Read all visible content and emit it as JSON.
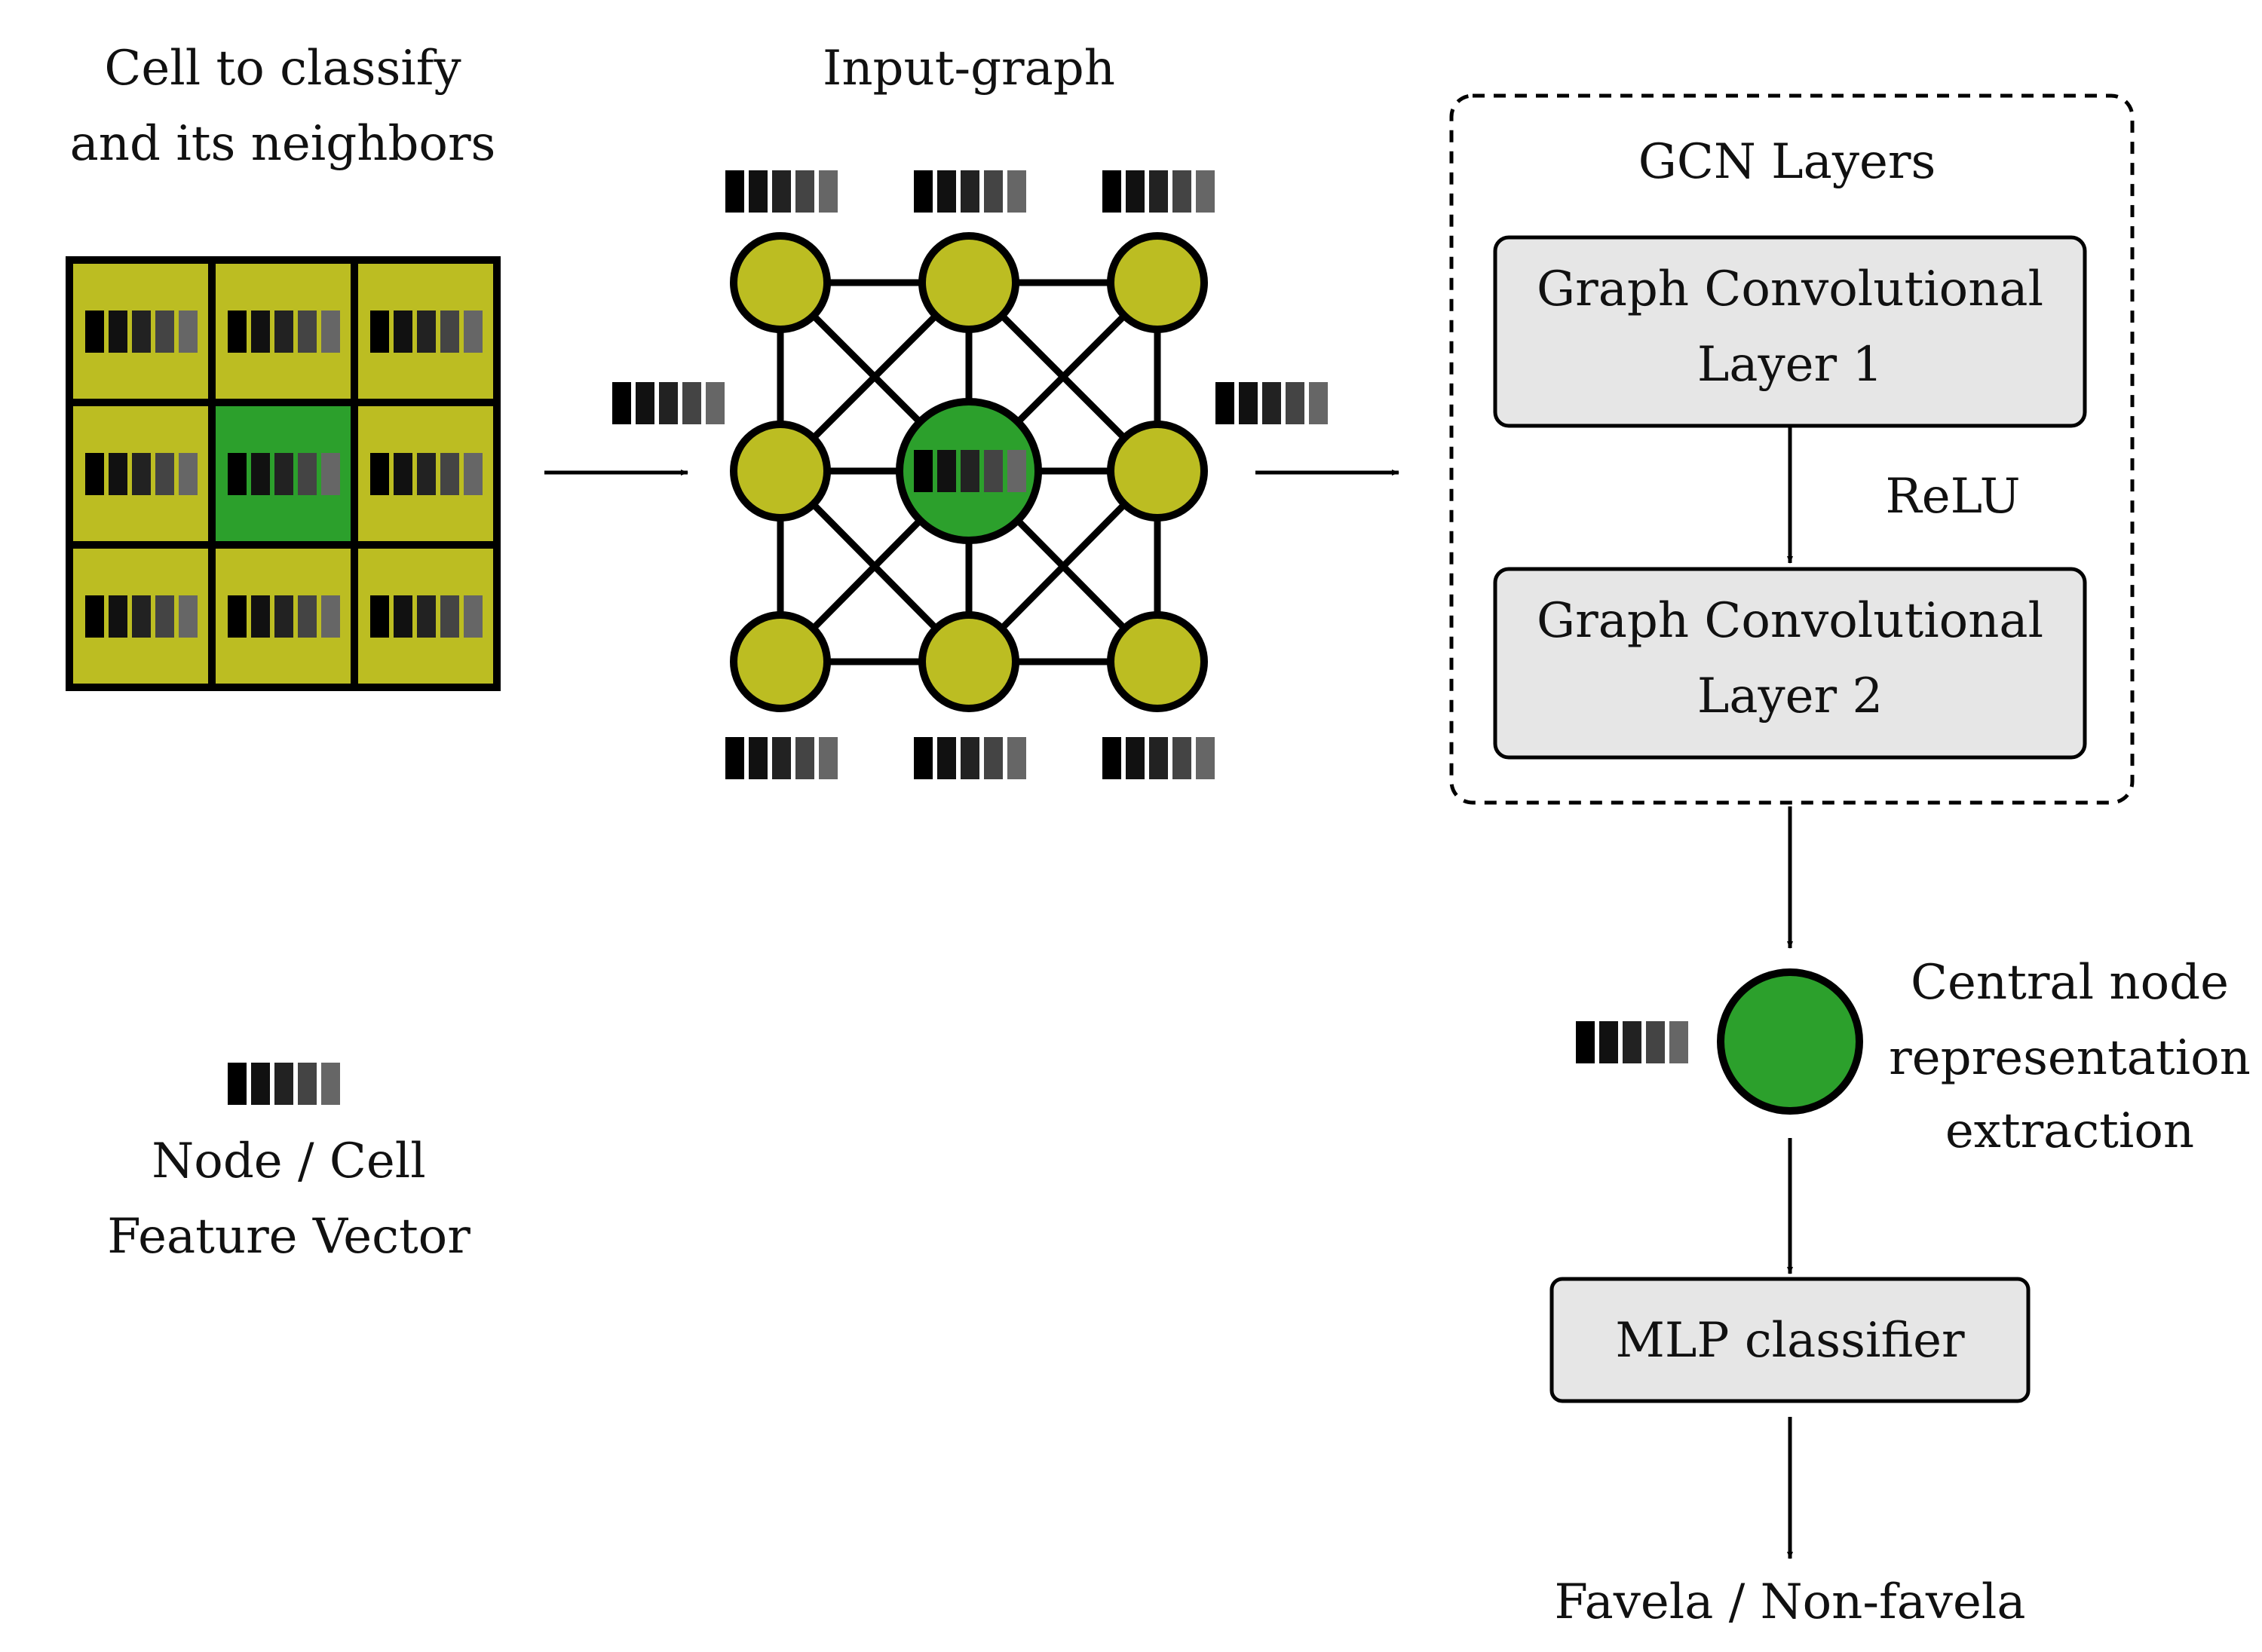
{
  "titles": {
    "cell_line1": "Cell to classify",
    "cell_line2": "and its neighbors",
    "input_graph": "Input-graph",
    "gcn_layers": "GCN Layers"
  },
  "gcn": {
    "layer1_line1": "Graph Convolutional",
    "layer1_line2": "Layer 1",
    "activation": "ReLU",
    "layer2_line1": "Graph Convolutional",
    "layer2_line2": "Layer 2"
  },
  "central": {
    "line1": "Central node",
    "line2": "representation",
    "line3": "extraction"
  },
  "classifier": {
    "label": "MLP classifier"
  },
  "output": {
    "label": "Favela / Non-favela"
  },
  "legend": {
    "line1": "Node / Cell",
    "line2": "Feature Vector"
  },
  "colors": {
    "neighbor_fill": "#bcbd22",
    "center_fill": "#2ca02c",
    "box_fill": "#e6e6e6",
    "stroke": "#000000",
    "feature_shades": [
      "#000000",
      "#111111",
      "#222222",
      "#444444",
      "#666666"
    ]
  }
}
